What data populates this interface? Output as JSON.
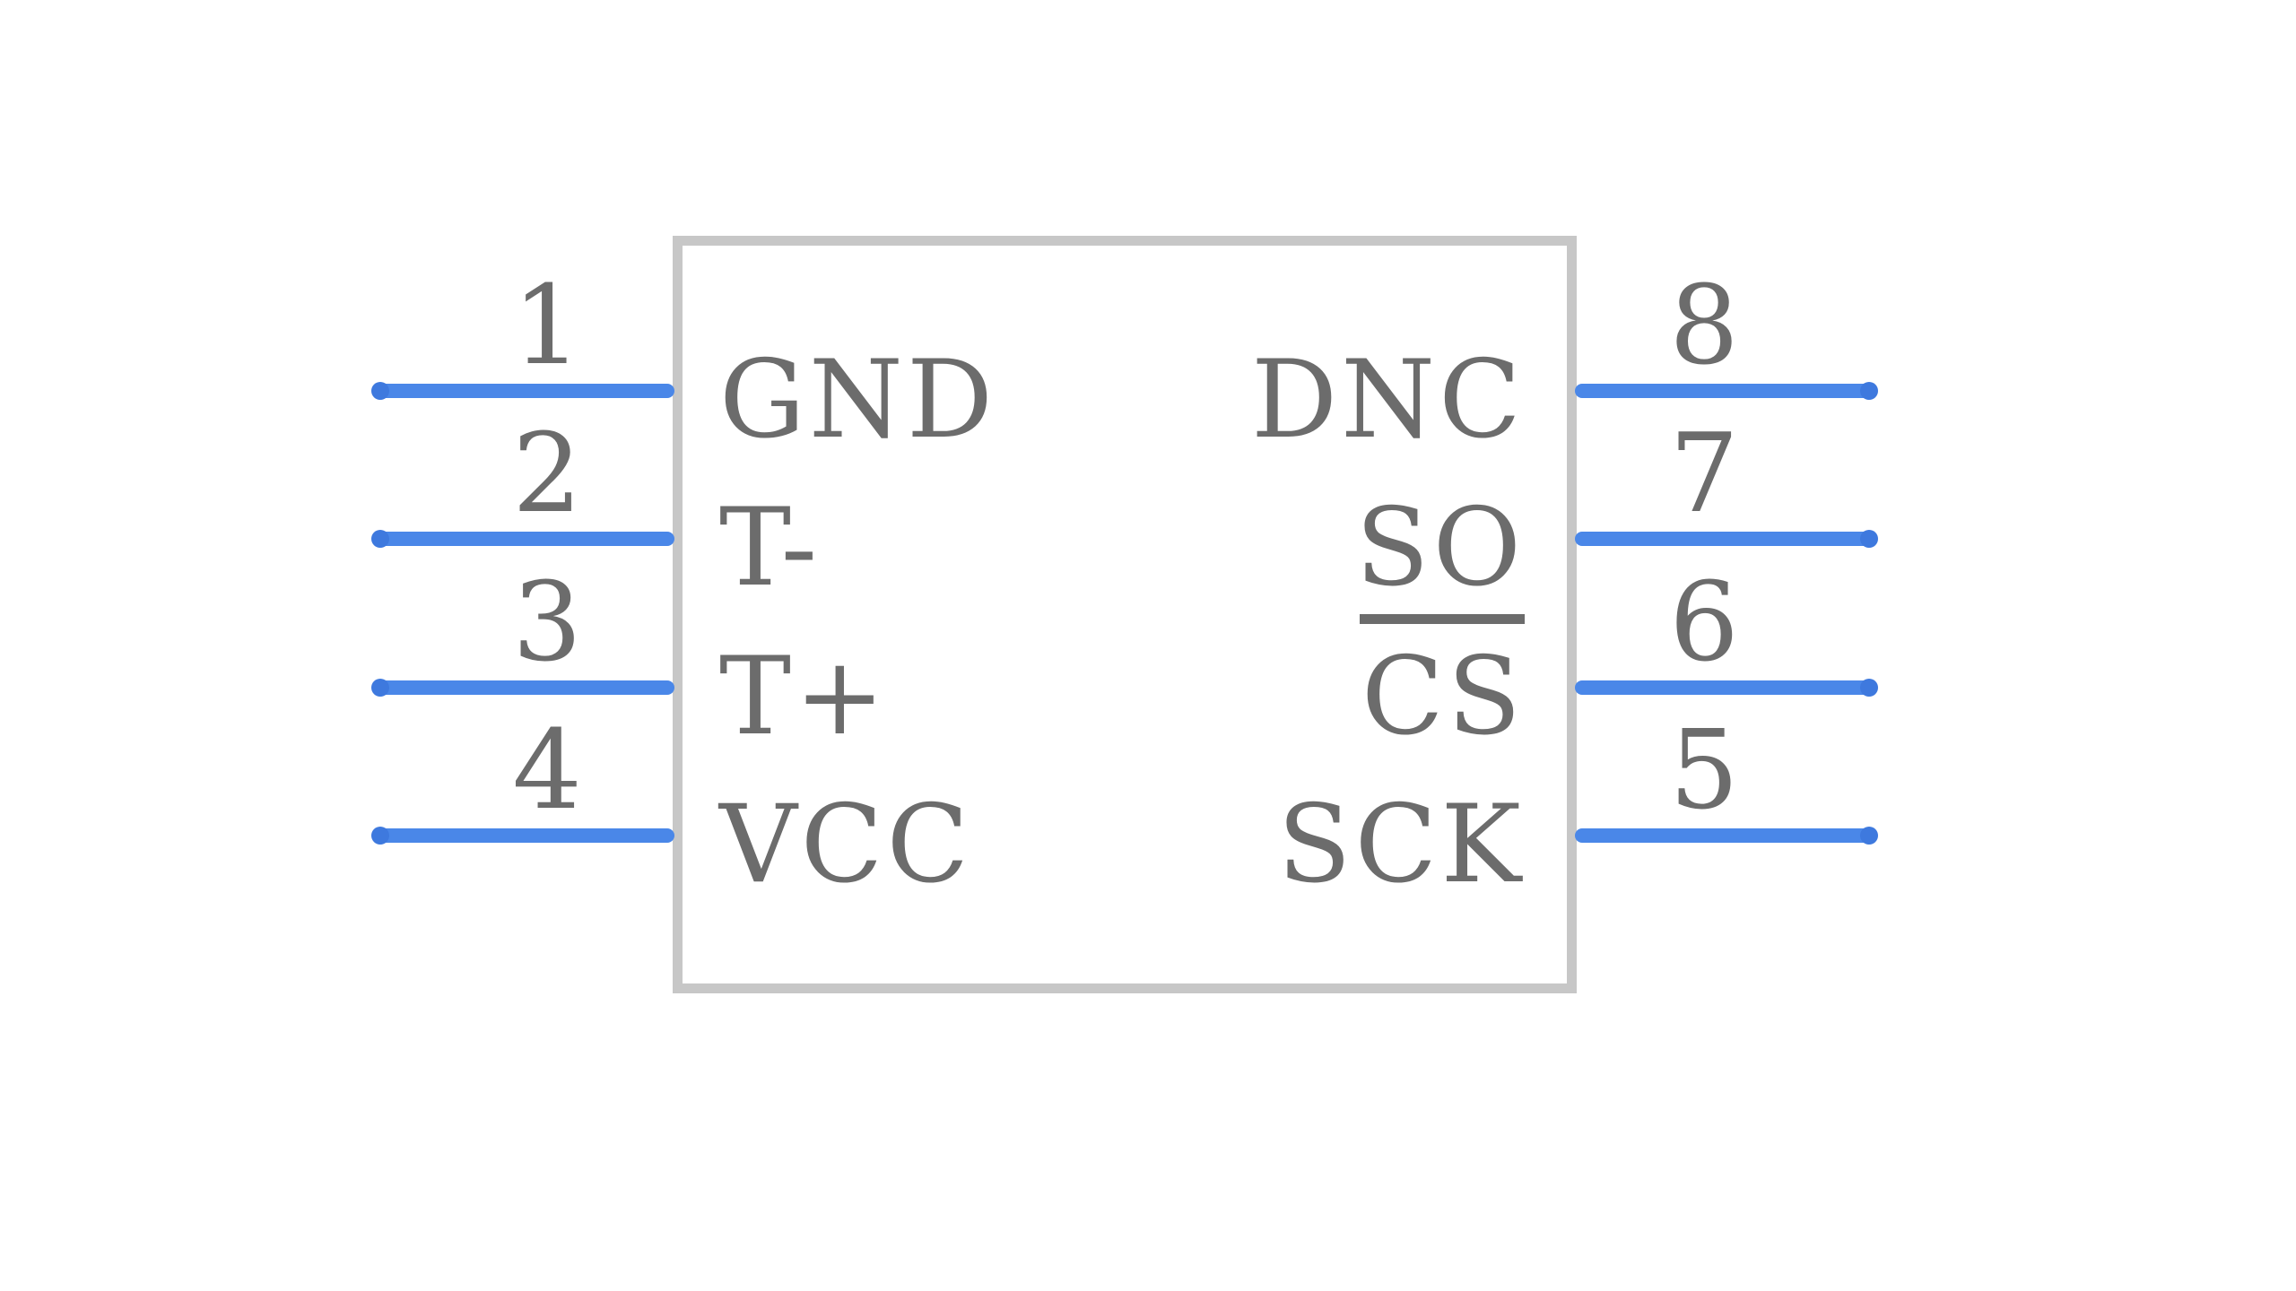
{
  "colors": {
    "background": "#ffffff",
    "body_fill": "#ffffff",
    "body_border": "#c7c7c7",
    "pin_line": "#4a87e8",
    "pin_tip": "#3e79de",
    "text": "#6c6c6c"
  },
  "pins": {
    "left": [
      {
        "number": "1",
        "name": "GND",
        "overline": false
      },
      {
        "number": "2",
        "name": "T-",
        "overline": false
      },
      {
        "number": "3",
        "name": "T+",
        "overline": false
      },
      {
        "number": "4",
        "name": "VCC",
        "overline": false
      }
    ],
    "right": [
      {
        "number": "8",
        "name": "DNC",
        "overline": false
      },
      {
        "number": "7",
        "name": "SO",
        "overline": false
      },
      {
        "number": "6",
        "name": "CS",
        "overline": true
      },
      {
        "number": "5",
        "name": "SCK",
        "overline": false
      }
    ]
  }
}
